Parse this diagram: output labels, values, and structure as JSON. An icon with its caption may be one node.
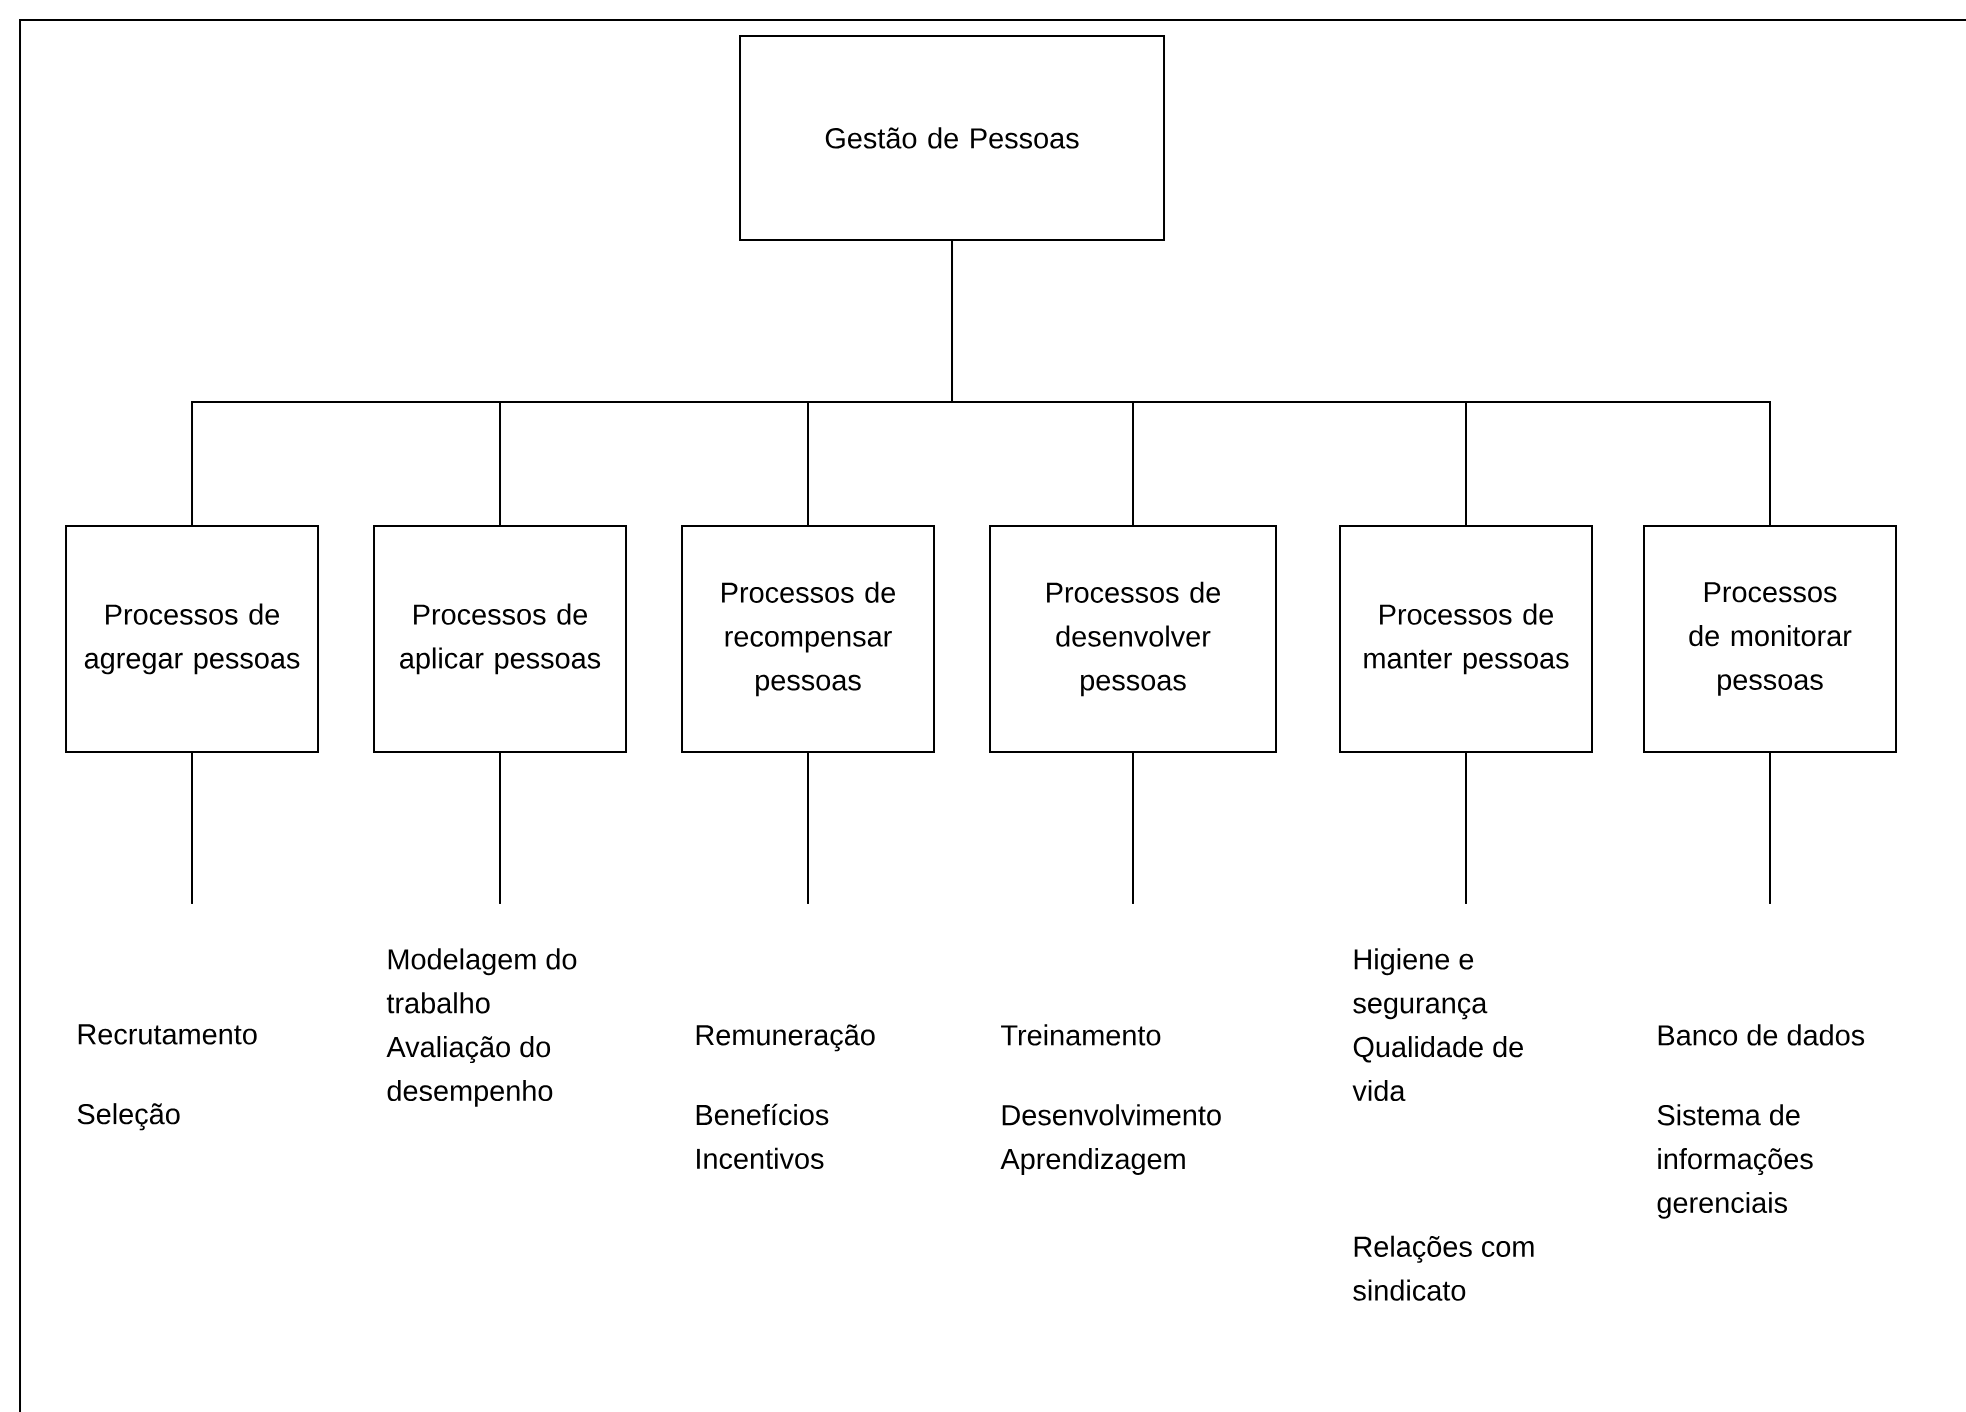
{
  "diagram": {
    "nodes": [
      {
        "text": [
          "Gestão de Pessoas"
        ]
      },
      {
        "text": [
          "Processos de agregar pessoas"
        ]
      },
      {
        "text": [
          "Processos de aplicar pessoas"
        ]
      },
      {
        "text": [
          "Processos de recompensar pessoas"
        ]
      },
      {
        "text": [
          "Processos de desenvolver pessoas"
        ]
      },
      {
        "text": [
          "Processos de manter pessoas"
        ]
      },
      {
        "text": [
          "Processos de monitorar pessoas"
        ]
      },
      {
        "text": [
          "Recrutamento",
          "Seleção"
        ]
      },
      {
        "text": [
          "Modelagem do trabalho",
          "Avaliação do desempenho"
        ]
      },
      {
        "text": [
          "Remuneração",
          "Benefícios",
          "Incentivos"
        ]
      },
      {
        "text": [
          "Treinamento",
          "Desenvolvimento",
          "Aprendizagem"
        ]
      },
      {
        "text": [
          "Higiene e segurança",
          "Qualidade de vida",
          "Relações com sindicato"
        ]
      },
      {
        "text": [
          "Banco de dados",
          "Sistema de informações gerenciais"
        ]
      }
    ],
    "edges": [
      {
        "from": 0,
        "to": 1,
        "arrow": "none"
      },
      {
        "from": 0,
        "to": 2,
        "arrow": "none"
      },
      {
        "from": 0,
        "to": 3,
        "arrow": "none"
      },
      {
        "from": 0,
        "to": 4,
        "arrow": "none"
      },
      {
        "from": 0,
        "to": 5,
        "arrow": "none"
      },
      {
        "from": 0,
        "to": 6,
        "arrow": "none"
      },
      {
        "from": 1,
        "to": 7,
        "arrow": "none"
      },
      {
        "from": 2,
        "to": 8,
        "arrow": "none"
      },
      {
        "from": 3,
        "to": 9,
        "arrow": "none"
      },
      {
        "from": 4,
        "to": 10,
        "arrow": "none"
      },
      {
        "from": 5,
        "to": 11,
        "arrow": "none"
      },
      {
        "from": 6,
        "to": 12,
        "arrow": "none"
      }
    ]
  }
}
